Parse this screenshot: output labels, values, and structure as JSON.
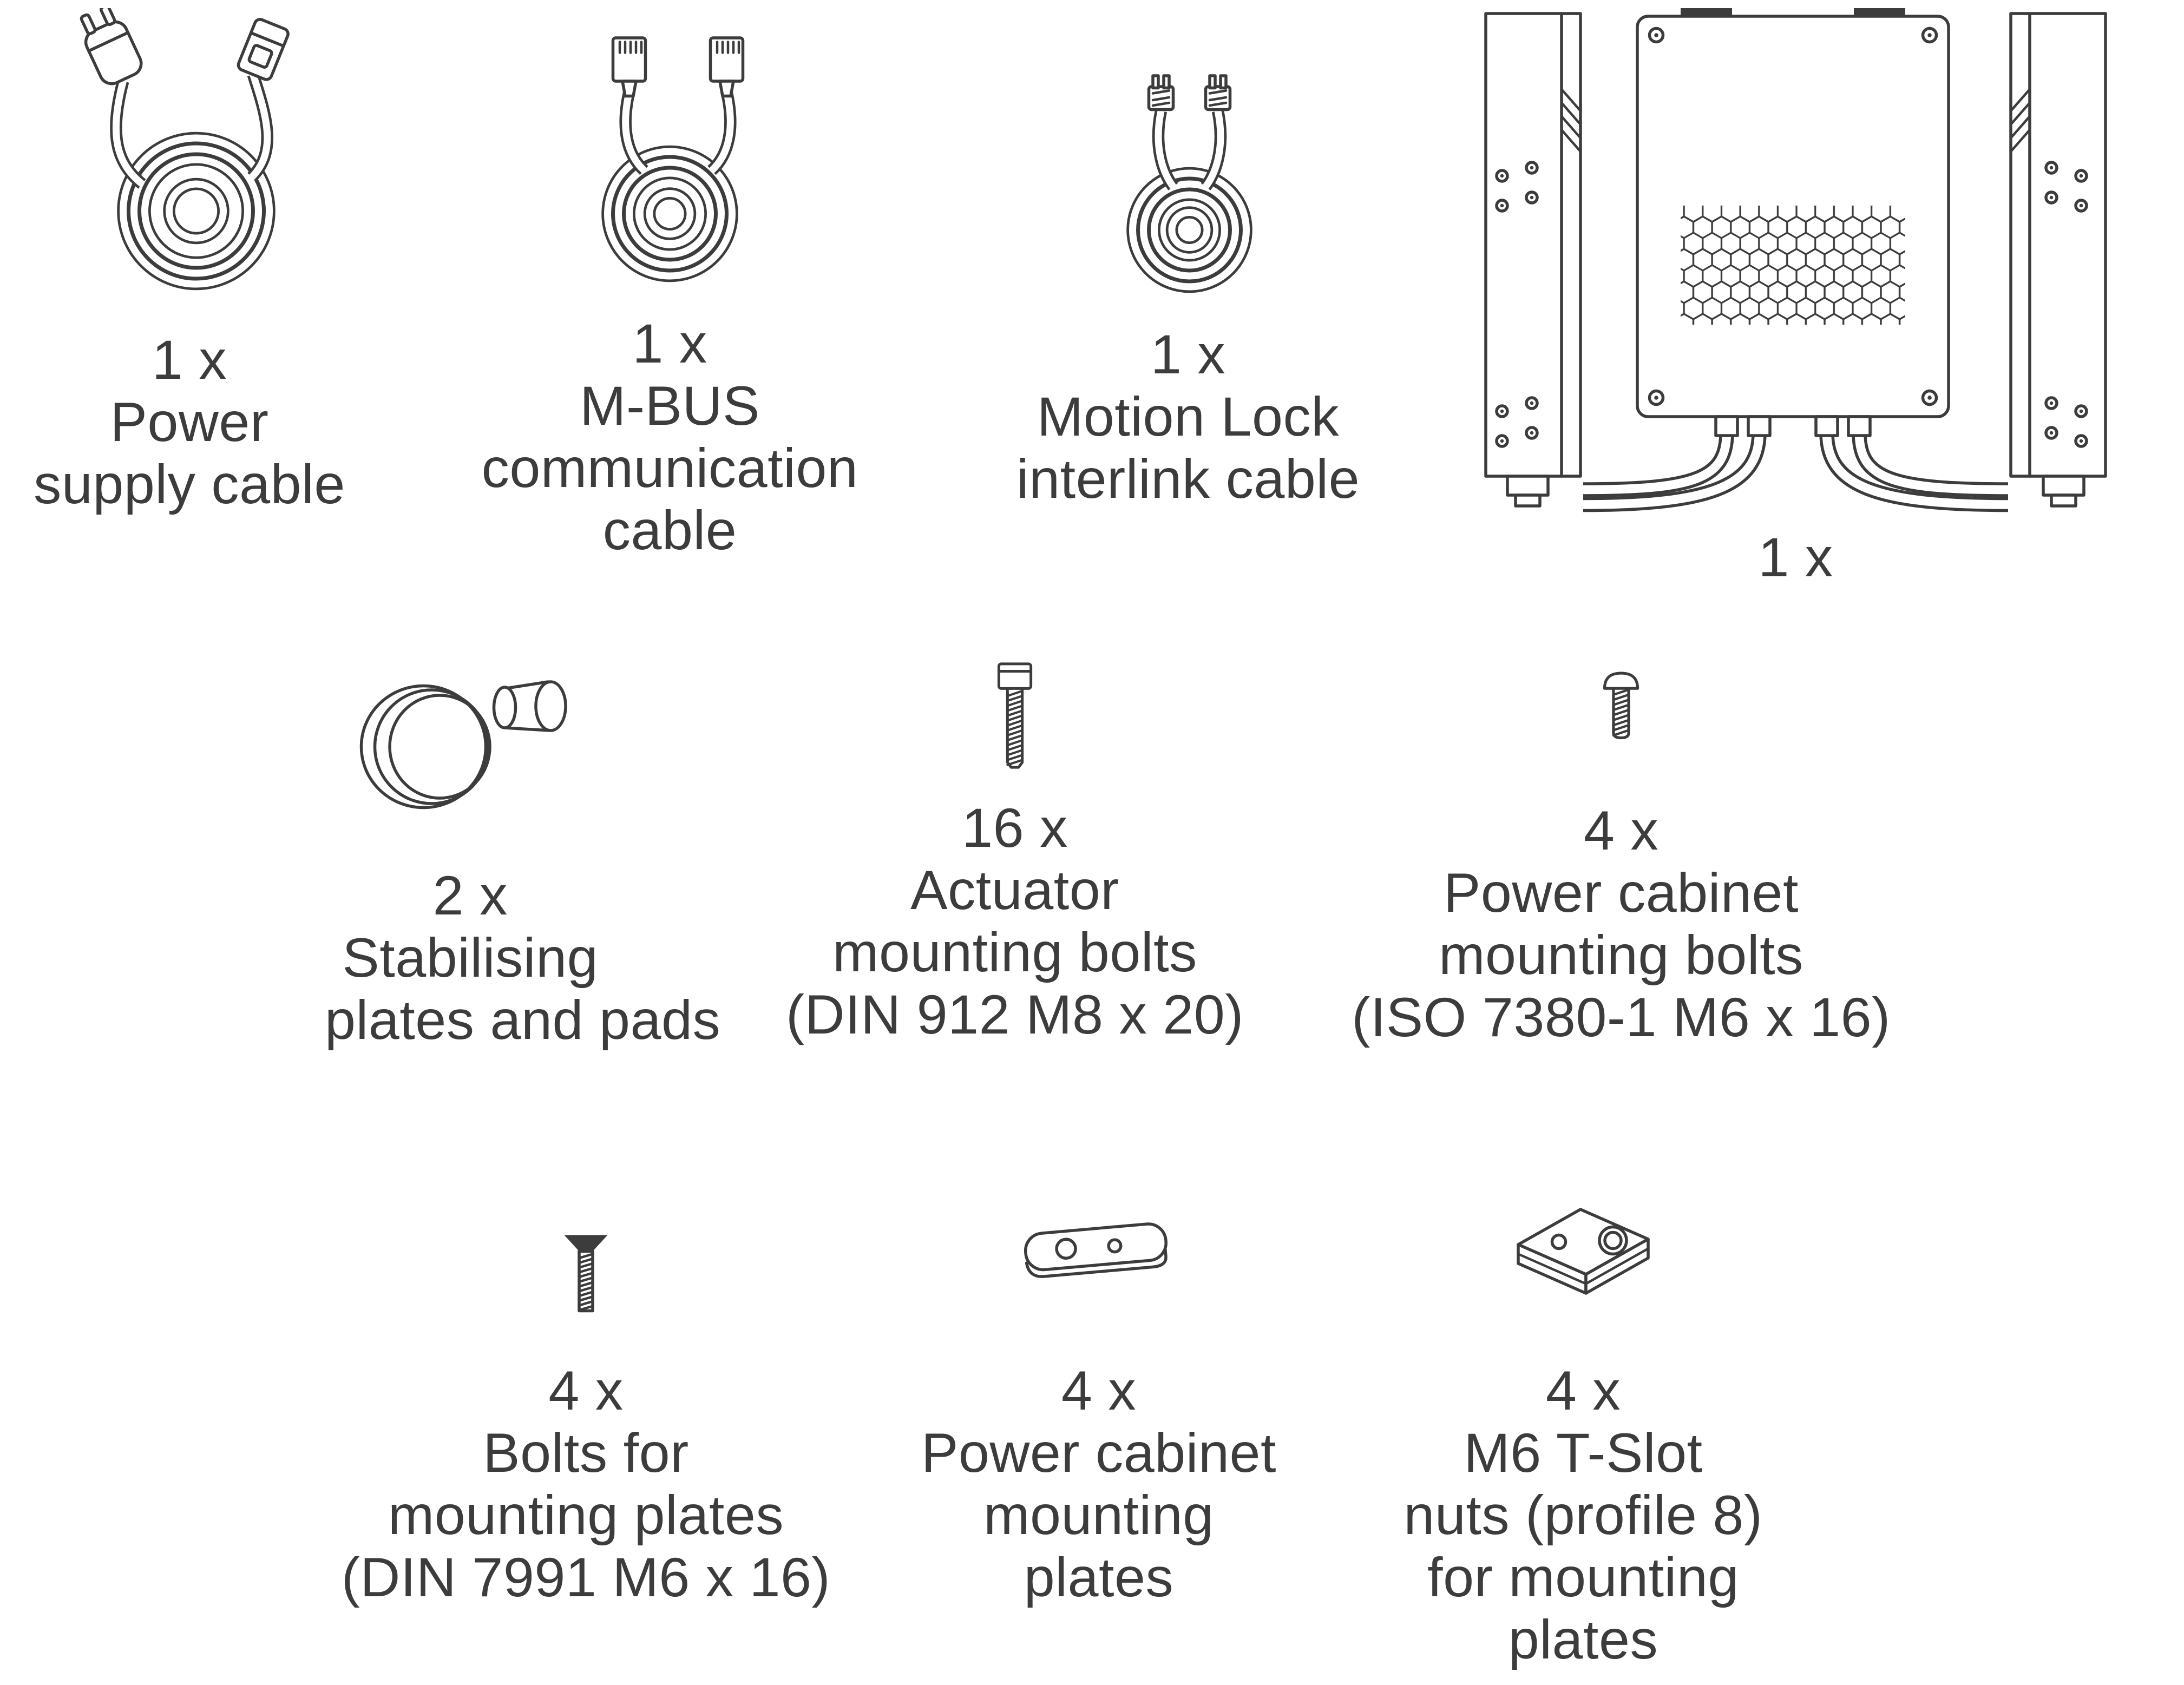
{
  "page": {
    "kind": "assembly-kit-parts-overview",
    "background_color": "#ffffff",
    "ink_color": "#3c3c3c"
  },
  "items": [
    {
      "id": "power-supply-cable",
      "icon": "coiled-power-cable-icon",
      "qty": "1 x",
      "lines": [
        "Power",
        "supply cable"
      ]
    },
    {
      "id": "mbus-communication-cable",
      "icon": "coiled-network-cable-icon",
      "qty": "1 x",
      "lines": [
        "M-BUS",
        "communication",
        "cable"
      ]
    },
    {
      "id": "motion-lock-interlink-cable",
      "icon": "coiled-interlink-cable-icon",
      "qty": "1 x",
      "lines": [
        "Motion Lock",
        "interlink cable"
      ]
    },
    {
      "id": "power-cabinet-assembly",
      "icon": "power-cabinet-with-actuators-icon",
      "qty": "1 x",
      "lines": []
    },
    {
      "id": "stabilising-plates-and-pads",
      "icon": "stabilising-plates-icon",
      "qty": "2 x",
      "lines": [
        "Stabilising",
        "plates and pads"
      ]
    },
    {
      "id": "actuator-mounting-bolts",
      "icon": "socket-head-bolt-icon",
      "qty": "16 x",
      "lines": [
        "Actuator",
        "mounting bolts",
        "(DIN 912 M8 x 20)"
      ]
    },
    {
      "id": "power-cabinet-mounting-bolts",
      "icon": "button-head-bolt-icon",
      "qty": "4 x",
      "lines": [
        "Power cabinet",
        "mounting bolts",
        "(ISO 7380-1 M6 x 16)"
      ]
    },
    {
      "id": "bolts-for-mounting-plates",
      "icon": "countersunk-bolt-icon",
      "qty": "4 x",
      "lines": [
        "Bolts for",
        "mounting plates",
        "(DIN 7991 M6 x 16)"
      ]
    },
    {
      "id": "power-cabinet-mounting-plates",
      "icon": "mounting-plate-icon",
      "qty": "4 x",
      "lines": [
        "Power cabinet",
        "mounting",
        "plates"
      ]
    },
    {
      "id": "m6-tslot-nuts",
      "icon": "t-slot-nut-icon",
      "qty": "4  x",
      "lines": [
        "M6 T-Slot",
        "nuts (profile 8)",
        "for mounting",
        "plates"
      ]
    }
  ]
}
